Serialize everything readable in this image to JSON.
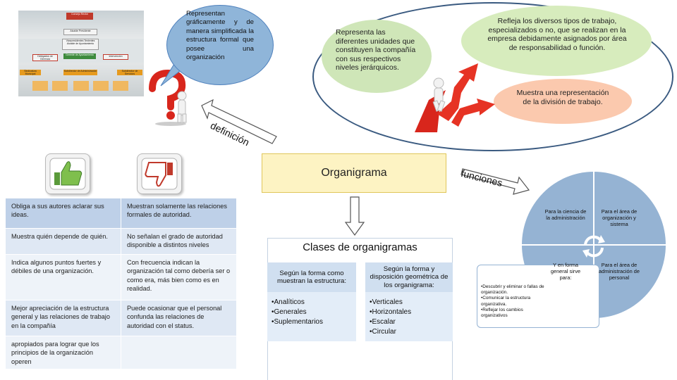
{
  "thumbnail": {
    "boxes": [
      "Consejo Rector",
      "Alcalde Presidente",
      "Vicepresidentes Tenientes Alcalde de Ayuntamiento",
      "Gerente de Ayuntamiento",
      "Delegados de Gerencia",
      "Intervención",
      "Sindicatura Municipal",
      "Subdirector de Administración",
      "Subdirector de Servicios"
    ]
  },
  "bubble": {
    "text": "Representan gráficamente y de manera simplificada la estructura formal que posee una organización"
  },
  "definicion_label": "definición",
  "funciones_label": "funciones",
  "ellipse": {
    "cloud_left": "Representa las diferentes unidades que constituyen la compañía con sus respectivos niveles jerárquicos.",
    "cloud_top": "Refleja los diversos tipos de trabajo, especializados o no, que se realizan en la empresa debidamente asignados por área de responsabilidad o función.",
    "cloud_bottom": "Muestra una representación de la división de trabajo."
  },
  "main_title": "Organigrama",
  "table": {
    "rows": [
      {
        "pro": "Obliga a sus autores aclarar sus ideas.",
        "con": "Muestran solamente las relaciones formales de autoridad."
      },
      {
        "pro": "Muestra quién depende de quién.",
        "con": "No señalan el grado de autoridad disponible a distintos niveles"
      },
      {
        "pro": "Indica algunos puntos fuertes y débiles de una organización.",
        "con": "Con frecuencia indican la organización tal como debería ser o como era, más bien como es en realidad."
      },
      {
        "pro": "Mejor apreciación de la estructura general y las relaciones de trabajo en la compañía",
        "con": "Puede ocasionar que el personal confunda las relaciones de autoridad con el status."
      },
      {
        "pro": "apropiados para lograr que los principios de la organización operen",
        "con": ""
      }
    ]
  },
  "clases": {
    "title": "Clases de organigramas",
    "left_head": "Según la forma como muestran la estructura:",
    "left_items": [
      "•Analíticos",
      "•Generales",
      "•Suplementarios"
    ],
    "right_head": "Según la forma y disposición geométrica de los organigrama:",
    "right_items": [
      "•Verticales",
      "•Horizontales",
      "•Escalar",
      "•Circular"
    ]
  },
  "circle": {
    "q1": "Para la ciencia de la administración",
    "q2": "Para el área de organización y sistema",
    "q3": "Y en forma general sirve para:",
    "q4": "Para el área de administración de personal",
    "callout_items": [
      "•Descubrir y eliminar o fallas de organización.",
      "•Comunicar la estructura organizativa.",
      "•Reflejar los cambios organizativos"
    ]
  },
  "colors": {
    "bubble": "#8fb5d9",
    "main_box": "#fdf3c3",
    "table_dark": "#bed0e8",
    "table_light": "#dfe8f4",
    "circle": "#95b3d3",
    "arrow_red": "#e02b20"
  }
}
